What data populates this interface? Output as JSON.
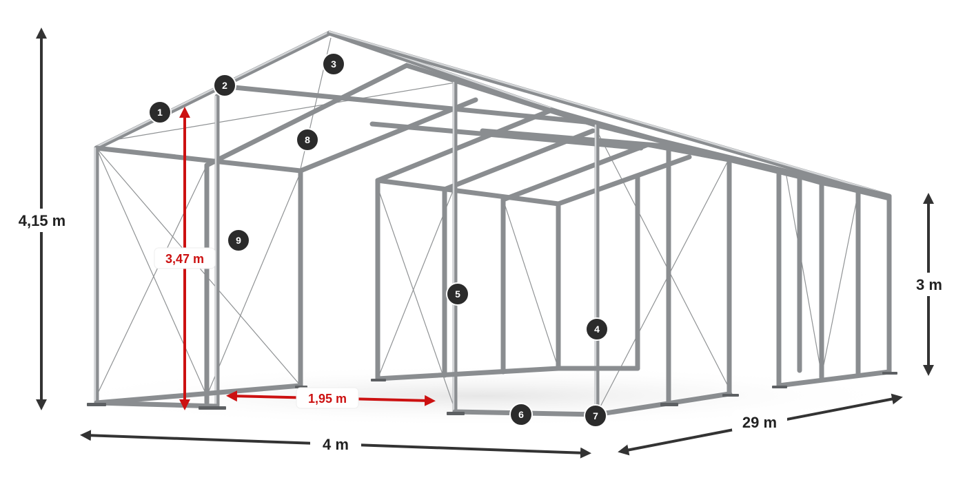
{
  "dimensions": {
    "height_total": "4,15 m",
    "height_side": "3 m",
    "height_door": "3,47 m",
    "door_width": "1,95 m",
    "width": "4 m",
    "length": "29 m"
  },
  "badges": [
    "1",
    "2",
    "3",
    "4",
    "5",
    "6",
    "7",
    "8",
    "9"
  ],
  "colors": {
    "frame": "#8a8d90",
    "dimension_arrow": "#333333",
    "accent_red": "#cc1111",
    "badge_fill": "#2b2b2b"
  }
}
